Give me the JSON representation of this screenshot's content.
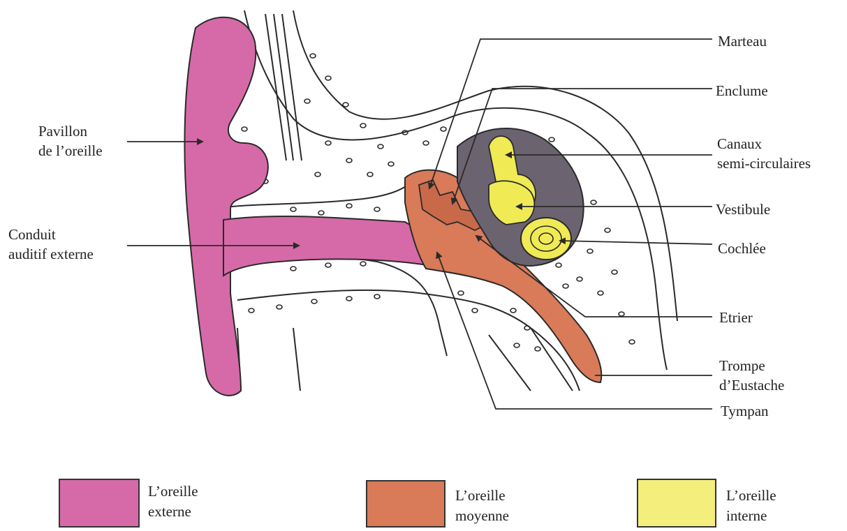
{
  "labels": {
    "pavillon": [
      "Pavillon",
      "de l’oreille"
    ],
    "conduit": [
      "Conduit",
      "auditif externe"
    ],
    "marteau": "Marteau",
    "enclume": "Enclume",
    "canaux": [
      "Canaux",
      "semi-circulaires"
    ],
    "vestibule": "Vestibule",
    "cochlee": "Cochlée",
    "etrier": "Etrier",
    "trompe": [
      "Trompe",
      "d’Eustache"
    ],
    "tympan": "Tympan"
  },
  "legend": [
    {
      "name": "outer",
      "lines": [
        "L’oreille",
        "externe"
      ],
      "color": "#d66aa8"
    },
    {
      "name": "middle",
      "lines": [
        "L’oreille",
        "moyenne"
      ],
      "color": "#d97a58"
    },
    {
      "name": "inner",
      "lines": [
        "L’oreille",
        "interne"
      ],
      "color": "#f4ef7c"
    }
  ],
  "colors": {
    "outer_ear": "#d66aa8",
    "middle_ear": "#d97a58",
    "inner_ear": "#f0ea55",
    "inner_shadow": "#6b6470",
    "ink": "#2a2a2a"
  }
}
